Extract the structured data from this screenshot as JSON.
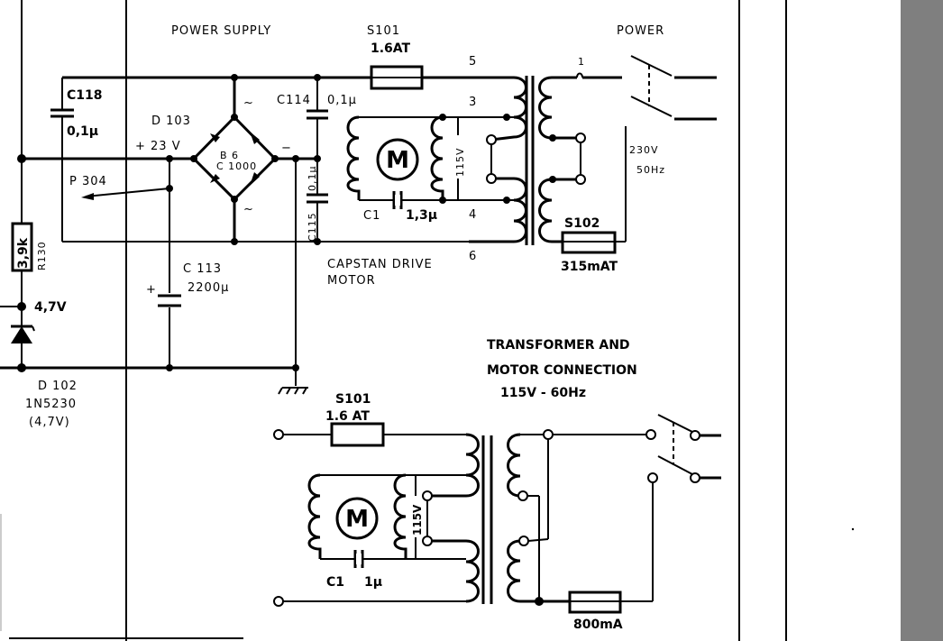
{
  "diagram": {
    "sections": {
      "power_supply_title": "POWER SUPPLY",
      "power_title": "POWER",
      "transformer_title_line1": "TRANSFORMER AND",
      "transformer_title_line2": "MOTOR CONNECTION",
      "transformer_title_line3": "115V - 60Hz"
    },
    "components": {
      "s101_top": {
        "ref": "S101",
        "value": "1.6AT"
      },
      "s102": {
        "ref": "S102",
        "value": "315mAT"
      },
      "c118": {
        "ref": "C118",
        "value": "0,1μ"
      },
      "c114": {
        "ref": "C114",
        "value": "0,1μ"
      },
      "c115": {
        "ref": "C115",
        "value": "0,1μ"
      },
      "d103": {
        "ref": "D 103",
        "bridge": "B 6",
        "bridge_rating": "C 1000"
      },
      "c113": {
        "ref": "C 113",
        "value": "2200μ"
      },
      "r130": {
        "ref": "R130",
        "value": "3,9k"
      },
      "d102": {
        "ref": "D 102",
        "part": "1N5230",
        "rating": "(4,7V)"
      },
      "c1_top": {
        "ref": "C1",
        "value": "1,3μ"
      },
      "motor_top": {
        "symbol": "M",
        "voltage": "115V"
      },
      "s101_bottom": {
        "ref": "S101",
        "value": "1.6 AT"
      },
      "c1_bottom": {
        "ref": "C1",
        "value": "1μ"
      },
      "motor_bottom": {
        "symbol": "M",
        "voltage": "115V"
      },
      "fuse_bottom": {
        "value": "800mA"
      }
    },
    "labels": {
      "plus_23v": "+ 23 V",
      "p304": "P 304",
      "v_4_7": "4,7V",
      "mains": "230V",
      "mains_freq": "50Hz",
      "capstan_line1": "CAPSTAN DRIVE",
      "capstan_line2": "MOTOR",
      "tilde": "~",
      "minus": "−",
      "plus": "+"
    },
    "pins": {
      "p5": "5",
      "p3": "3",
      "p4": "4",
      "p6": "6",
      "p1": "1"
    }
  }
}
